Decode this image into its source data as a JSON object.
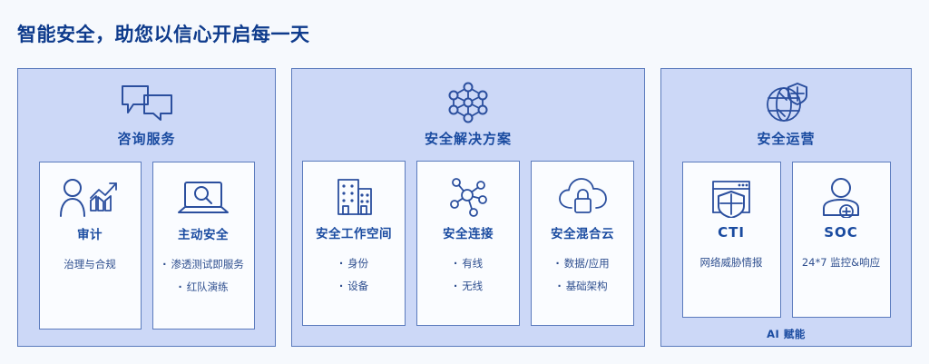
{
  "page": {
    "title": "智能安全，助您以信心开启每一天",
    "background_color": "#f6f9fd",
    "accent_color": "#1a4ba0",
    "panel_fill": "#ccd8f7",
    "card_fill": "#fafcff",
    "border_color": "#5b7bbd"
  },
  "panels": [
    {
      "id": "consulting",
      "title": "咨询服务",
      "icon": "speech-bubbles-icon",
      "cards": [
        {
          "id": "audit",
          "title": "审计",
          "icon": "person-bar-chart-icon",
          "note": "治理与合规",
          "bullets": []
        },
        {
          "id": "proactive-security",
          "title": "主动安全",
          "icon": "laptop-search-icon",
          "note": "",
          "bullets": [
            "渗透测试即服务",
            "红队演练"
          ]
        }
      ],
      "footer": ""
    },
    {
      "id": "security-solutions",
      "title": "安全解决方案",
      "icon": "hex-network-icon",
      "cards": [
        {
          "id": "secure-workspace",
          "title": "安全工作空间",
          "icon": "buildings-icon",
          "note": "",
          "bullets": [
            "身份",
            "设备"
          ]
        },
        {
          "id": "secure-connectivity",
          "title": "安全连接",
          "icon": "hub-nodes-icon",
          "note": "",
          "bullets": [
            "有线",
            "无线"
          ]
        },
        {
          "id": "secure-hybrid-cloud",
          "title": "安全混合云",
          "icon": "cloud-lock-icon",
          "note": "",
          "bullets": [
            "数据/应用",
            "基础架构"
          ]
        }
      ],
      "footer": ""
    },
    {
      "id": "security-operations",
      "title": "安全运营",
      "icon": "globe-shield-icon",
      "cards": [
        {
          "id": "cti",
          "title": "CTI",
          "icon": "browser-shield-icon",
          "note": "网络威胁情报",
          "bullets": []
        },
        {
          "id": "soc",
          "title": "SOC",
          "icon": "person-badge-icon",
          "note": "24*7 监控&响应",
          "bullets": []
        }
      ],
      "footer": "AI 赋能"
    }
  ]
}
